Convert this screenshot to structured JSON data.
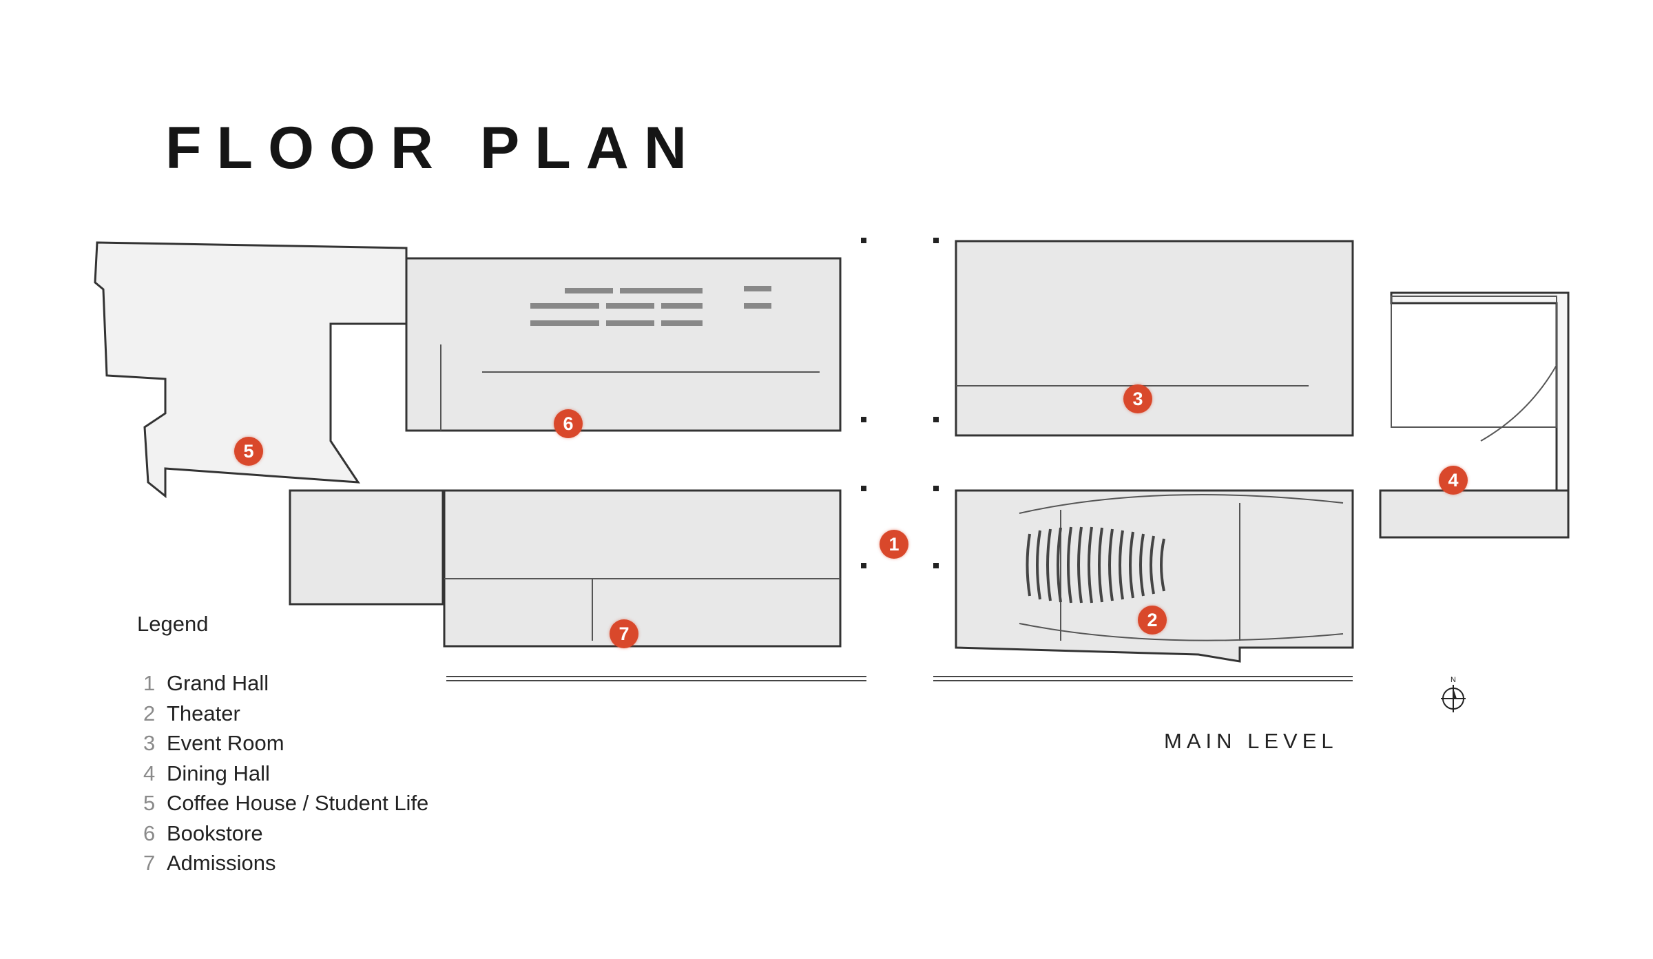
{
  "title": "FLOOR PLAN",
  "level_label": "MAIN LEVEL",
  "north_label": "N",
  "marker_color": "#d9482b",
  "legend": {
    "title": "Legend",
    "items": [
      {
        "num": "1",
        "label": "Grand Hall"
      },
      {
        "num": "2",
        "label": "Theater"
      },
      {
        "num": "3",
        "label": "Event Room"
      },
      {
        "num": "4",
        "label": "Dining Hall"
      },
      {
        "num": "5",
        "label": "Coffee House / Student Life"
      },
      {
        "num": "6",
        "label": "Bookstore"
      },
      {
        "num": "7",
        "label": "Admissions"
      }
    ]
  },
  "markers": [
    "1",
    "2",
    "3",
    "4",
    "5",
    "6",
    "7"
  ]
}
